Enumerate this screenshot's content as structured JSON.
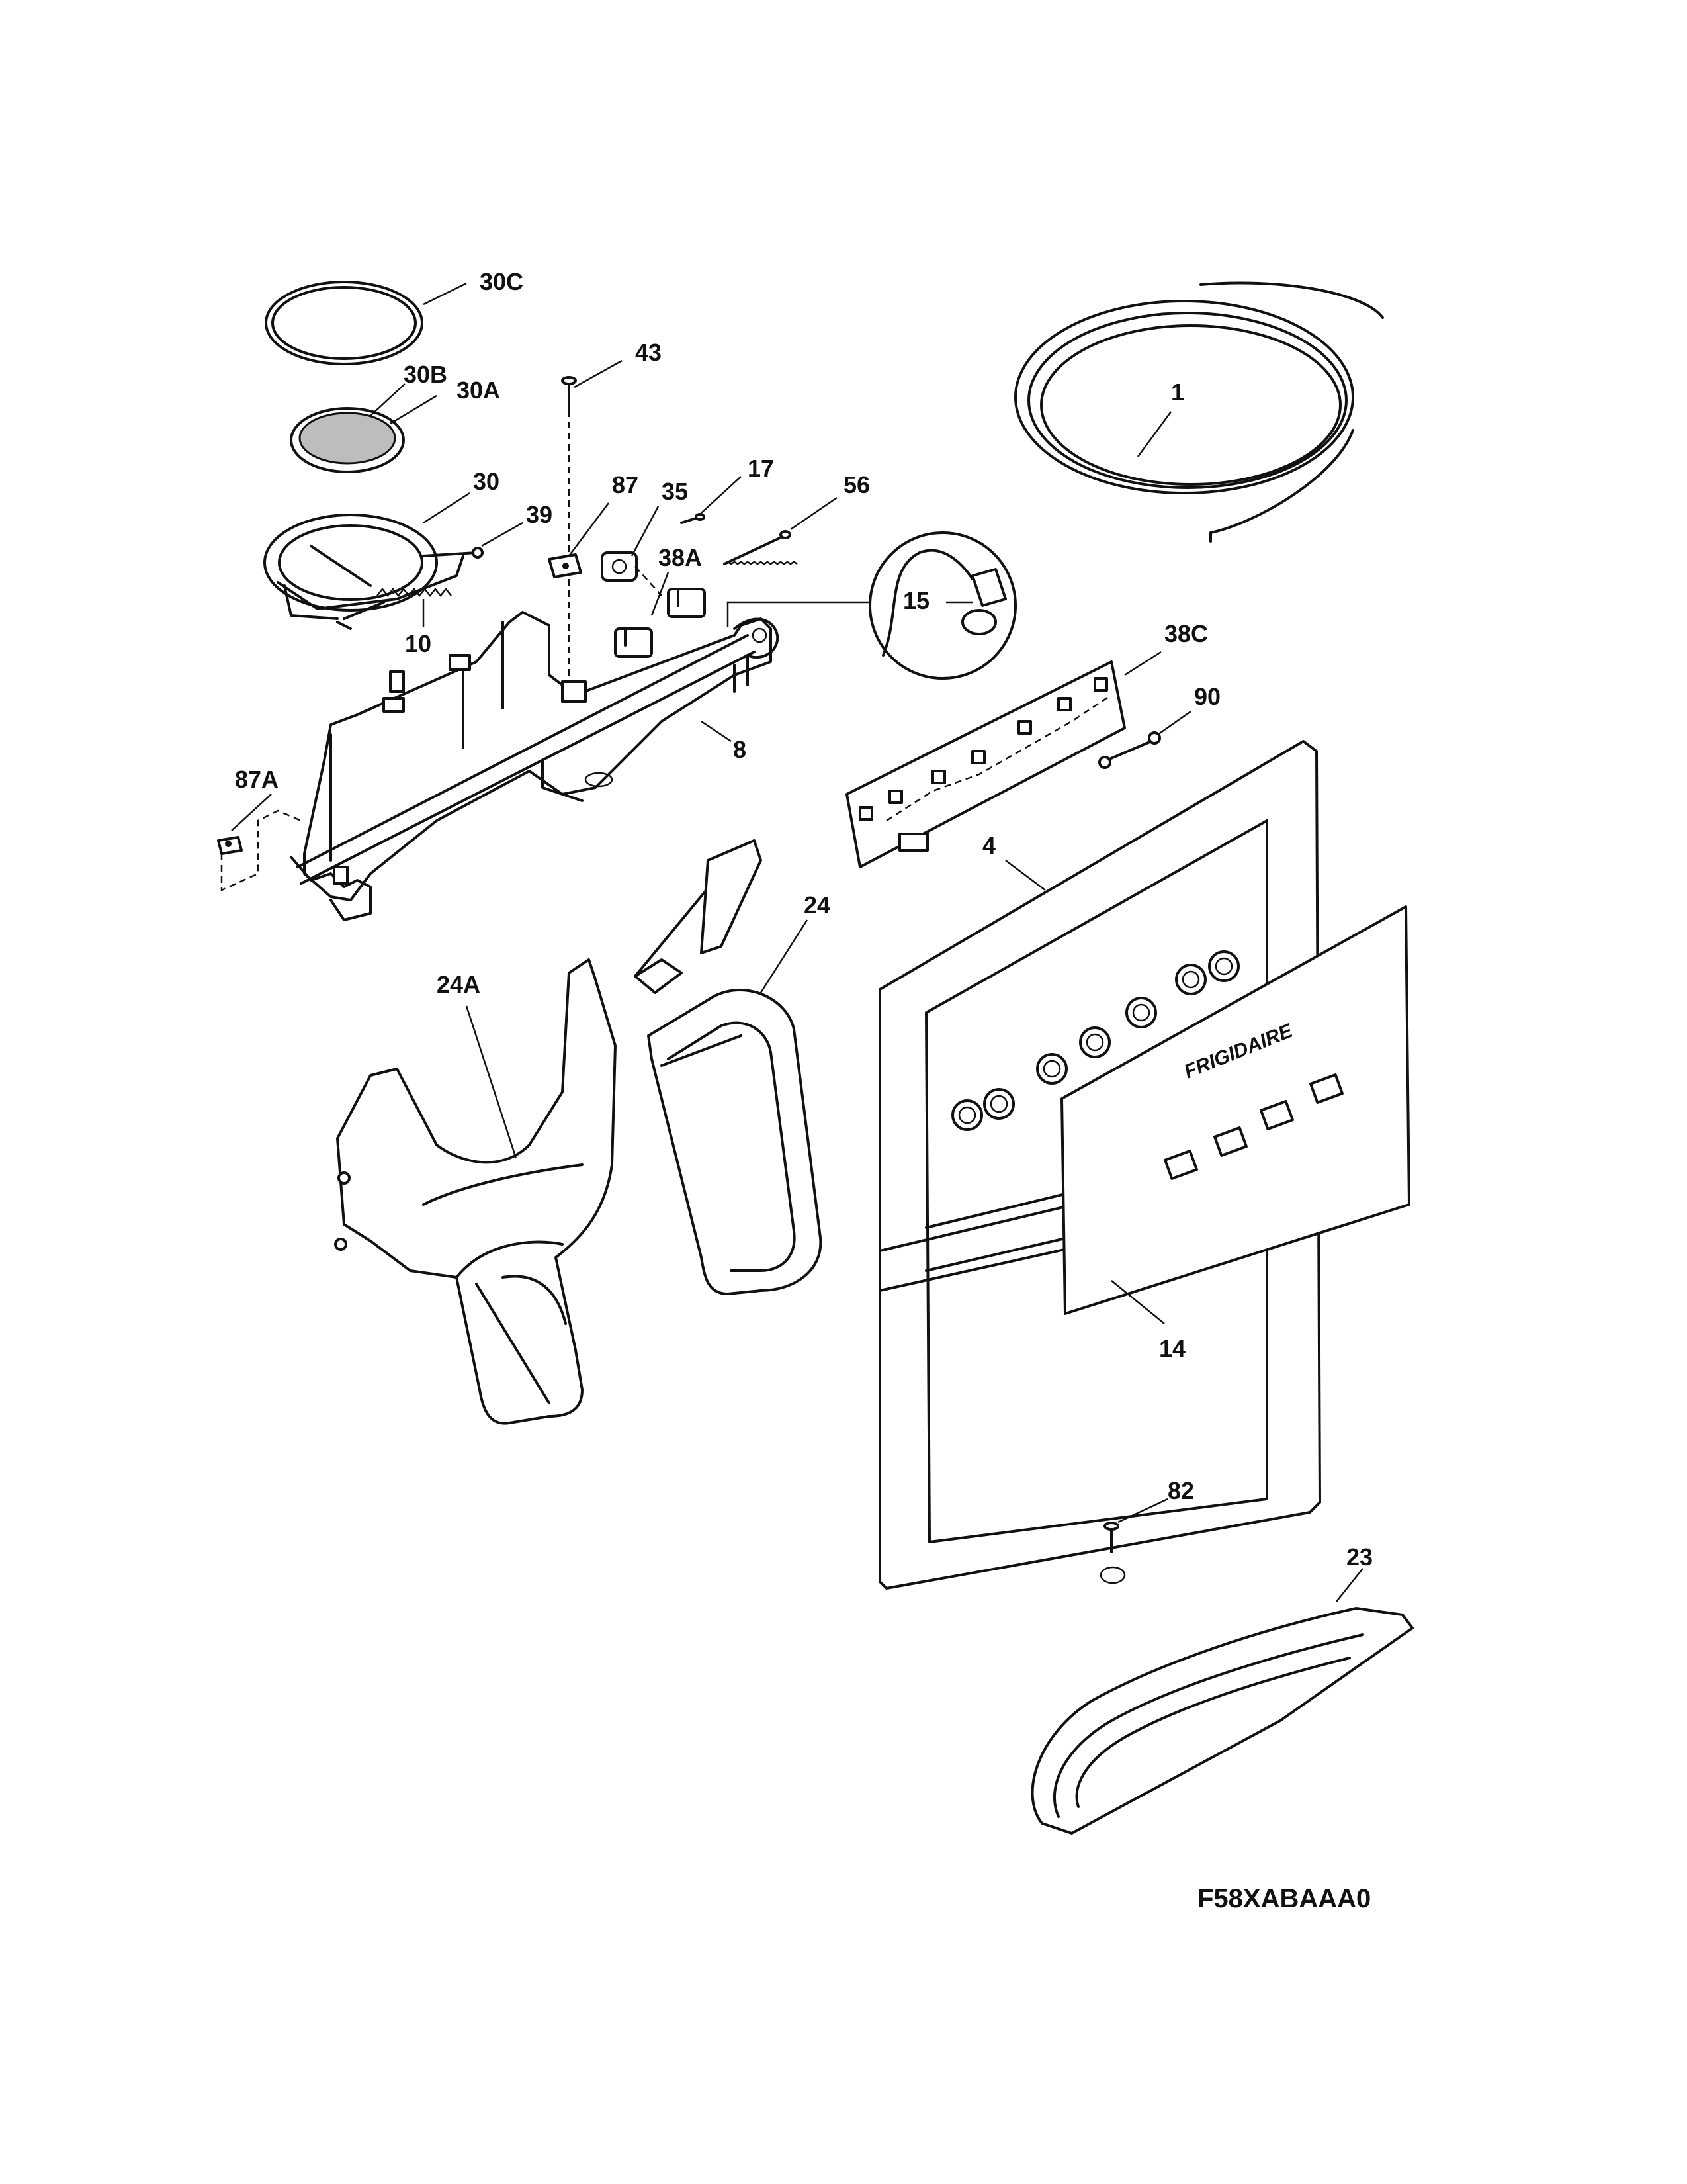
{
  "callouts": {
    "c30C": "30C",
    "c43": "43",
    "c30B": "30B",
    "c30A": "30A",
    "c1": "1",
    "c30": "30",
    "c87": "87",
    "c35": "35",
    "c17": "17",
    "c56": "56",
    "c39": "39",
    "c38A": "38A",
    "c15": "15",
    "c10": "10",
    "c38C": "38C",
    "c90": "90",
    "c8": "8",
    "c87A": "87A",
    "c4": "4",
    "c24": "24",
    "c24A": "24A",
    "c14": "14",
    "c82": "82",
    "c23": "23"
  },
  "brand_mark": "FRIGIDAIRE",
  "diagram_code": "F58XABAAA0"
}
